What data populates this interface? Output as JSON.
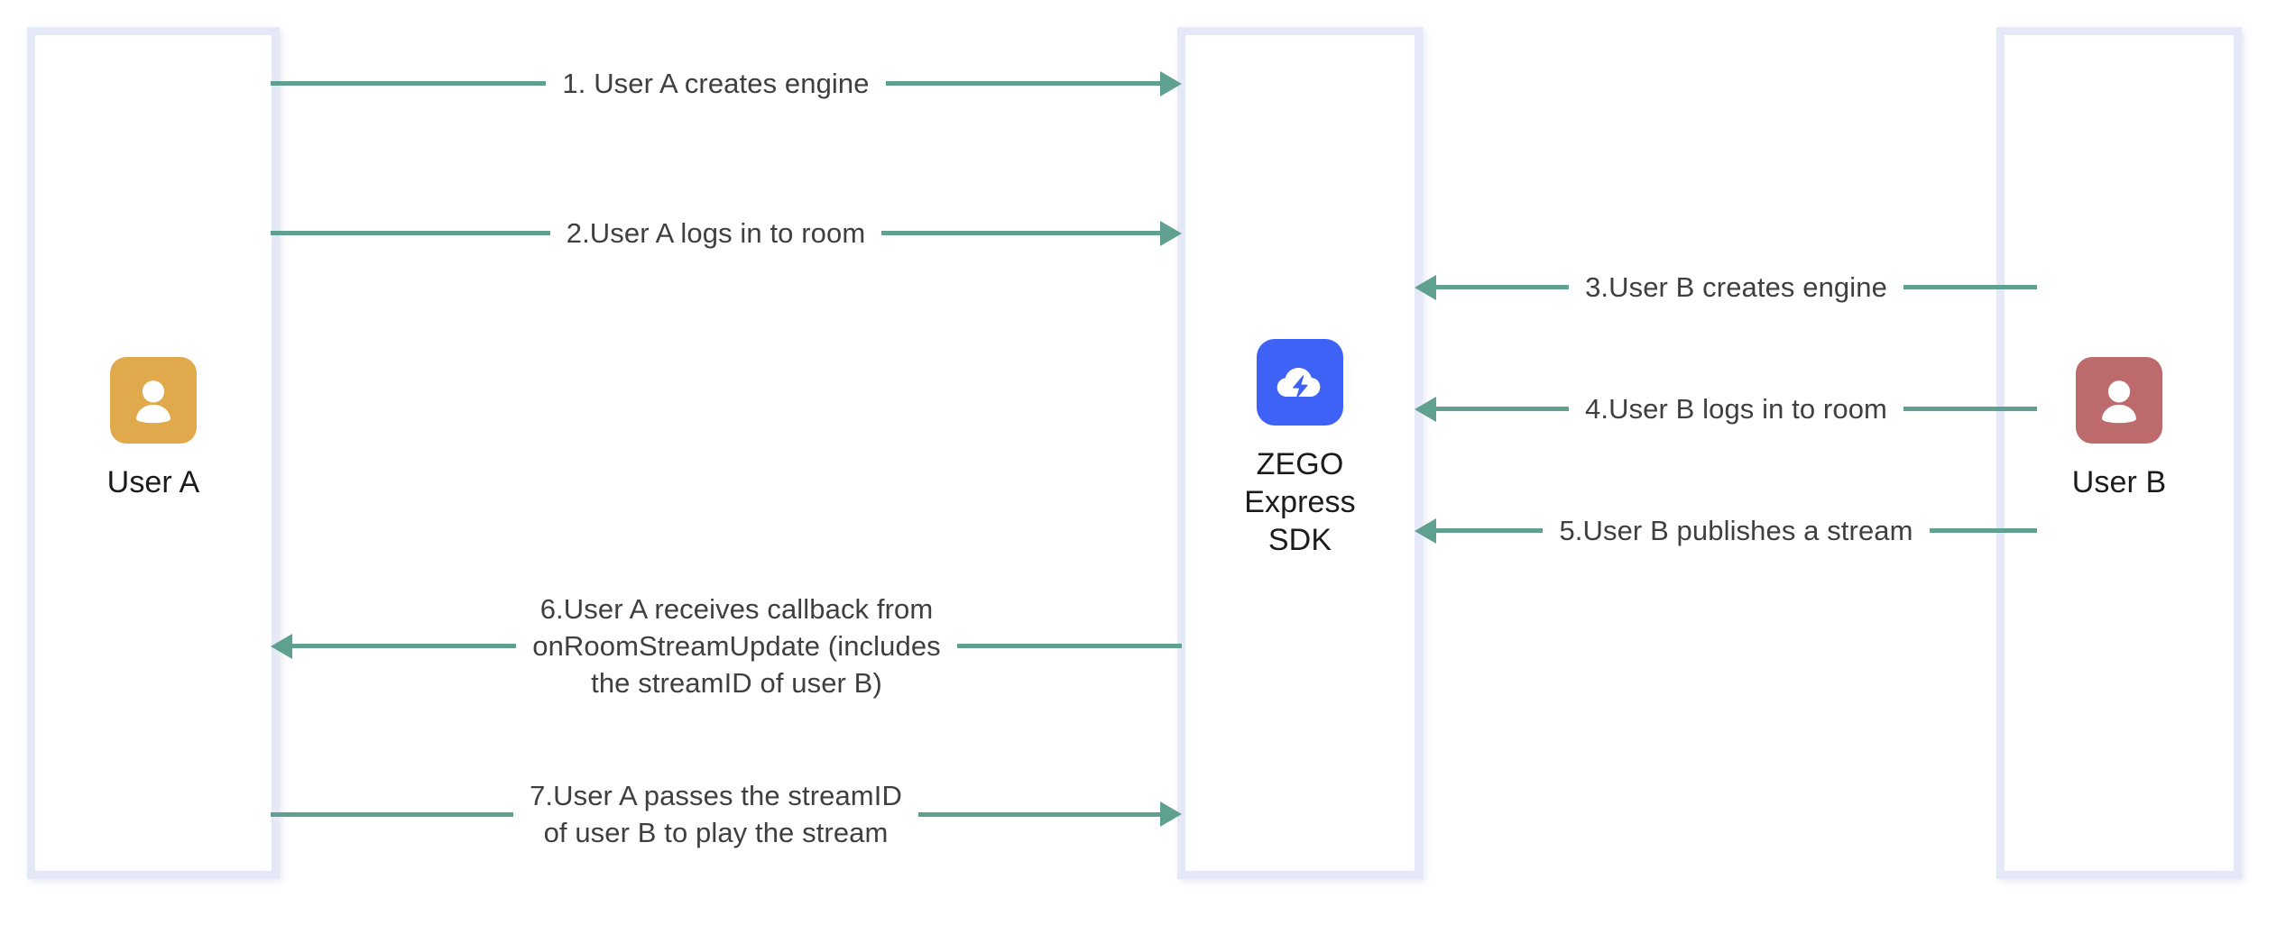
{
  "diagram": {
    "title": "ZEGO Express SDK audio/video interaction flow",
    "type": "sequence-diagram",
    "colors": {
      "arrow": "#5fa091",
      "lifeline_border": "#e5e9f7",
      "user_a_avatar": "#e0a94c",
      "user_b_avatar": "#bc6a6c",
      "sdk_logo": "#3d62f5",
      "label_text": "#3f3f3f",
      "actor_text": "#1b1b1b",
      "background": "#ffffff"
    }
  },
  "actors": [
    {
      "id": "user-a",
      "caption": "User A",
      "icon": "person-avatar-icon",
      "color": "#e0a94c"
    },
    {
      "id": "zego-express-sdk",
      "caption": "ZEGO\nExpress\nSDK",
      "icon": "zego-cloud-lightning-logo",
      "color": "#3d62f5"
    },
    {
      "id": "user-b",
      "caption": "User B",
      "icon": "person-avatar-icon",
      "color": "#bc6a6c"
    }
  ],
  "messages": [
    {
      "number": "1",
      "label": "1. User A creates engine",
      "from": "user-a",
      "to": "zego-express-sdk",
      "direction": "right"
    },
    {
      "number": "2",
      "label": "2.User A logs in to room",
      "from": "user-a",
      "to": "zego-express-sdk",
      "direction": "right"
    },
    {
      "number": "3",
      "label": "3.User B creates engine",
      "from": "user-b",
      "to": "zego-express-sdk",
      "direction": "left"
    },
    {
      "number": "4",
      "label": "4.User B logs in to room",
      "from": "user-b",
      "to": "zego-express-sdk",
      "direction": "left"
    },
    {
      "number": "5",
      "label": "5.User B publishes a stream",
      "from": "user-b",
      "to": "zego-express-sdk",
      "direction": "left"
    },
    {
      "number": "6",
      "label": "6.User A receives callback from\nonRoomStreamUpdate (includes\nthe streamID of user B)",
      "from": "zego-express-sdk",
      "to": "user-a",
      "direction": "left"
    },
    {
      "number": "7",
      "label": "7.User A passes the streamID\nof user B to play the stream",
      "from": "user-a",
      "to": "zego-express-sdk",
      "direction": "right"
    }
  ]
}
